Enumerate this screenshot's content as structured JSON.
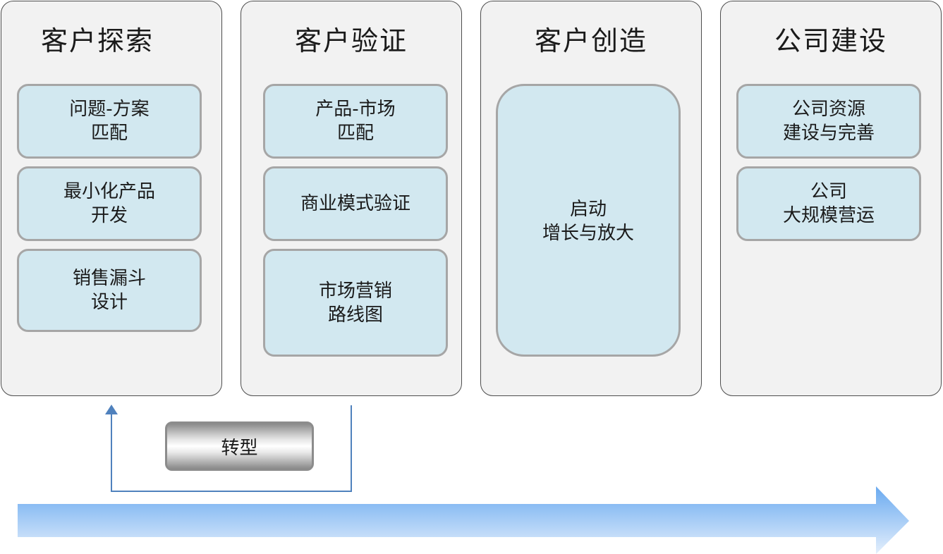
{
  "columns": [
    {
      "title": "客户探索",
      "items": [
        "问题-方案\n匹配",
        "最小化产品\n开发",
        "销售漏斗\n设计"
      ]
    },
    {
      "title": "客户验证",
      "items": [
        "产品-市场\n匹配",
        "商业模式验证",
        "市场营销\n路线图"
      ]
    },
    {
      "title": "客户创造",
      "items": [
        "启动\n增长与放大"
      ]
    },
    {
      "title": "公司建设",
      "items": [
        "公司资源\n建设与完善",
        "公司\n大规模营运"
      ]
    }
  ],
  "pivot": {
    "label": "转型"
  },
  "colors": {
    "column_fill": "#f2f2f2",
    "box_fill": "#d2e8f0",
    "loop_line": "#4f81bd",
    "timeline_arrow": "#6aaaf0"
  }
}
